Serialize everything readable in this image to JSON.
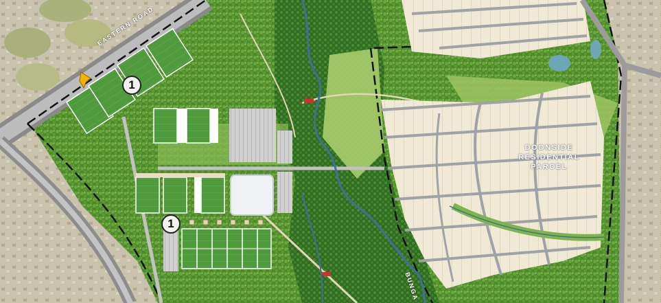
{
  "map": {
    "labels": {
      "eastern_road": "EASTERN ROAD",
      "bungarribee": "BUNGA",
      "residential_line1": "DOONSIDE",
      "residential_line2": "RESIDENTIAL",
      "residential_line3": "PARCEL"
    },
    "markers": [
      {
        "label": "1"
      },
      {
        "label": "1"
      }
    ],
    "colors": {
      "vegetation": "#4f8f2f",
      "open_grass": "#a9cd6c",
      "sports_field": "#4e9a3c",
      "residential_lot": "#efe9d6",
      "street": "#b9b9b9",
      "creek": "#3f6f9a",
      "boundary": "#111111",
      "bridge": "#d03030",
      "marker_fill": "#f2f2ee"
    }
  }
}
